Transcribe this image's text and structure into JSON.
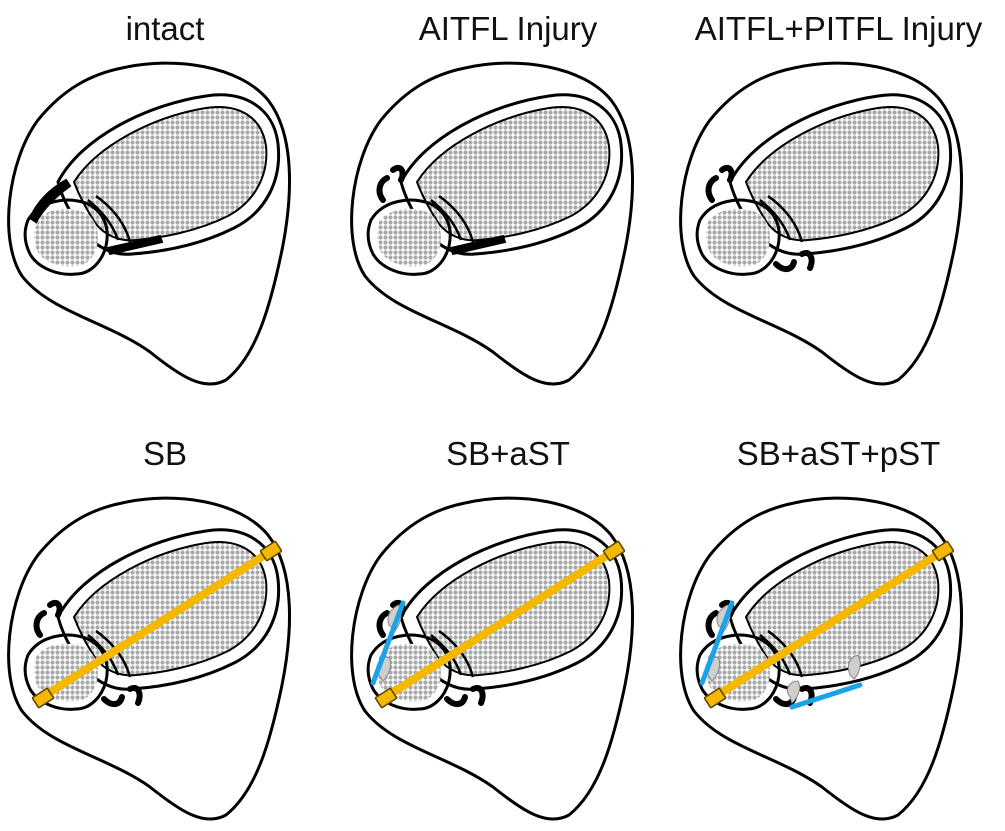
{
  "panels": [
    {
      "title": "intact",
      "stage": "intact",
      "injury": "none",
      "fixation": "none"
    },
    {
      "title": "AITFL Injury",
      "stage": "aitfl",
      "injury": "AITFL",
      "fixation": "none"
    },
    {
      "title": "AITFL+PITFL Injury",
      "stage": "aitfl_pitfl",
      "injury": "AITFL+PITFL",
      "fixation": "none"
    },
    {
      "title": "SB",
      "stage": "sb",
      "injury": "AITFL+PITFL",
      "fixation": "SB"
    },
    {
      "title": "SB+aST",
      "stage": "sb_ast",
      "injury": "AITFL+PITFL",
      "fixation": "SB+aST"
    },
    {
      "title": "SB+aST+pST",
      "stage": "sb_ast_pst",
      "injury": "AITFL+PITFL",
      "fixation": "SB+aST+pST"
    }
  ],
  "colors": {
    "bone_fill": "#a9a9a9",
    "outline": "#000000",
    "suture_button": "#f5b800",
    "suture_tape": "#1aa3e8",
    "anchor": "#cfcfcf"
  }
}
